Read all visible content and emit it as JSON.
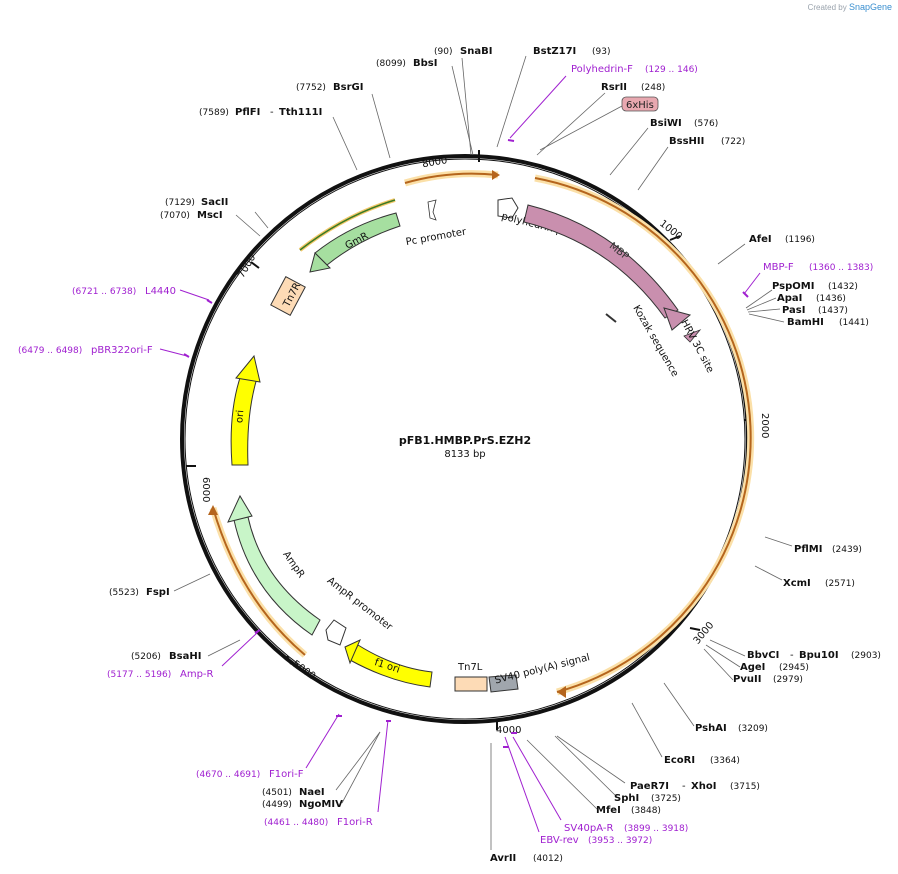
{
  "brand": {
    "prefix": "Created by",
    "name": "SnapGene"
  },
  "plasmid": {
    "name": "pFB1.HMBP.PrS.EZH2",
    "size_label": "8133 bp",
    "length": 8133
  },
  "ticks": [
    "1000",
    "2000",
    "3000",
    "4000",
    "5000",
    "6000",
    "7000",
    "8000"
  ],
  "enzymes": [
    {
      "name": "SnaBI",
      "pos": "(90)"
    },
    {
      "name": "BstZ17I",
      "pos": "(93)"
    },
    {
      "name": "BbsI",
      "pos": "(8099)"
    },
    {
      "name": "BsrGI",
      "pos": "(7752)"
    },
    {
      "name": "PflFI",
      "name2": "Tth111I",
      "pos": "(7589)"
    },
    {
      "name": "RsrII",
      "pos": "(248)"
    },
    {
      "name": "BsiWI",
      "pos": "(576)"
    },
    {
      "name": "BssHII",
      "pos": "(722)"
    },
    {
      "name": "SacII",
      "pos": "(7129)"
    },
    {
      "name": "MscI",
      "pos": "(7070)"
    },
    {
      "name": "AfeI",
      "pos": "(1196)"
    },
    {
      "name": "PspOMI",
      "pos": "(1432)"
    },
    {
      "name": "ApaI",
      "pos": "(1436)"
    },
    {
      "name": "PasI",
      "pos": "(1437)"
    },
    {
      "name": "BamHI",
      "pos": "(1441)"
    },
    {
      "name": "PflMI",
      "pos": "(2439)"
    },
    {
      "name": "XcmI",
      "pos": "(2571)"
    },
    {
      "name": "BbvCI",
      "name2": "Bpu10I",
      "pos": "(2903)"
    },
    {
      "name": "AgeI",
      "pos": "(2945)"
    },
    {
      "name": "PvuII",
      "pos": "(2979)"
    },
    {
      "name": "PshAI",
      "pos": "(3209)"
    },
    {
      "name": "EcoRI",
      "pos": "(3364)"
    },
    {
      "name": "PaeR7I",
      "name2": "XhoI",
      "pos": "(3715)"
    },
    {
      "name": "SphI",
      "pos": "(3725)"
    },
    {
      "name": "MfeI",
      "pos": "(3848)"
    },
    {
      "name": "AvrII",
      "pos": "(4012)"
    },
    {
      "name": "NaeI",
      "pos": "(4501)"
    },
    {
      "name": "NgoMIV",
      "pos": "(4499)"
    },
    {
      "name": "FspI",
      "pos": "(5523)"
    },
    {
      "name": "BsaHI",
      "pos": "(5206)"
    }
  ],
  "primers": [
    {
      "name": "Polyhedrin-F",
      "range": "(129 .. 146)"
    },
    {
      "name": "MBP-F",
      "range": "(1360 .. 1383)"
    },
    {
      "name": "L4440",
      "range": "(6721 .. 6738)"
    },
    {
      "name": "pBR322ori-F",
      "range": "(6479 .. 6498)"
    },
    {
      "name": "Amp-R",
      "range": "(5177 .. 5196)"
    },
    {
      "name": "F1ori-F",
      "range": "(4670 .. 4691)"
    },
    {
      "name": "F1ori-R",
      "range": "(4461 .. 4480)"
    },
    {
      "name": "SV40pA-R",
      "range": "(3899 .. 3918)"
    },
    {
      "name": "EBV-rev",
      "range": "(3953 .. 3972)"
    }
  ],
  "features": {
    "tag_6xhis": "6xHis",
    "mbp": "MBP",
    "polyhedrin_promoter": "polyhedrin promoter",
    "kozak": "Kozak sequence",
    "hrv3c": "HRV 3C site",
    "gmr": "GmR",
    "pc_promoter": "Pc promoter",
    "tn7r": "Tn7R",
    "ori": "ori",
    "ampr": "AmpR",
    "ampr_promoter": "AmpR promoter",
    "f1ori": "f1 ori",
    "tn7l": "Tn7L",
    "sv40": "SV40 poly(A) signal"
  },
  "colors": {
    "backbone": "#111111",
    "primer": "#a020d0",
    "orf_orange": "#e8a840",
    "mbp": "#c98fae",
    "gmr": "#a6dfa0",
    "ampr": "#c8f5c8",
    "ori": "#ffff00",
    "tn7": "#fddbb6",
    "sv40": "#a0a6ad",
    "his": "#e8a8b0"
  }
}
